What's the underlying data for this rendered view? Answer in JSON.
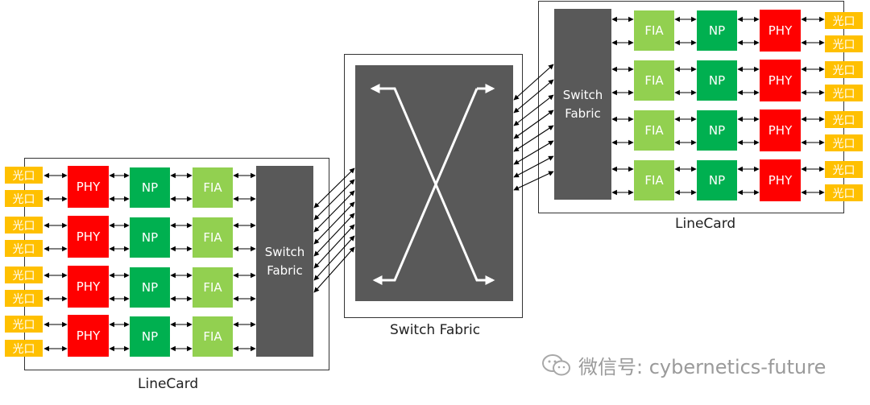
{
  "left_linecard": {
    "caption": "LineCard",
    "ports": [
      "光口",
      "光口",
      "光口",
      "光口",
      "光口",
      "光口",
      "光口",
      "光口"
    ],
    "rows": [
      {
        "phy": "PHY",
        "np": "NP",
        "fia": "FIA"
      },
      {
        "phy": "PHY",
        "np": "NP",
        "fia": "FIA"
      },
      {
        "phy": "PHY",
        "np": "NP",
        "fia": "FIA"
      },
      {
        "phy": "PHY",
        "np": "NP",
        "fia": "FIA"
      }
    ],
    "fabric": {
      "line1": "Switch",
      "line2": "Fabric"
    }
  },
  "right_linecard": {
    "caption": "LineCard",
    "ports": [
      "光口",
      "光口",
      "光口",
      "光口",
      "光口",
      "光口",
      "光口",
      "光口"
    ],
    "rows": [
      {
        "fia": "FIA",
        "np": "NP",
        "phy": "PHY"
      },
      {
        "fia": "FIA",
        "np": "NP",
        "phy": "PHY"
      },
      {
        "fia": "FIA",
        "np": "NP",
        "phy": "PHY"
      },
      {
        "fia": "FIA",
        "np": "NP",
        "phy": "PHY"
      }
    ],
    "fabric": {
      "line1": "Switch",
      "line2": "Fabric"
    }
  },
  "center_fabric": {
    "caption": "Switch Fabric"
  },
  "watermark": {
    "text": "微信号: cybernetics-future"
  },
  "colors": {
    "phy": "#ff0000",
    "np": "#00b050",
    "fia": "#92d050",
    "port": "#ffc000",
    "fabric": "#595959"
  }
}
